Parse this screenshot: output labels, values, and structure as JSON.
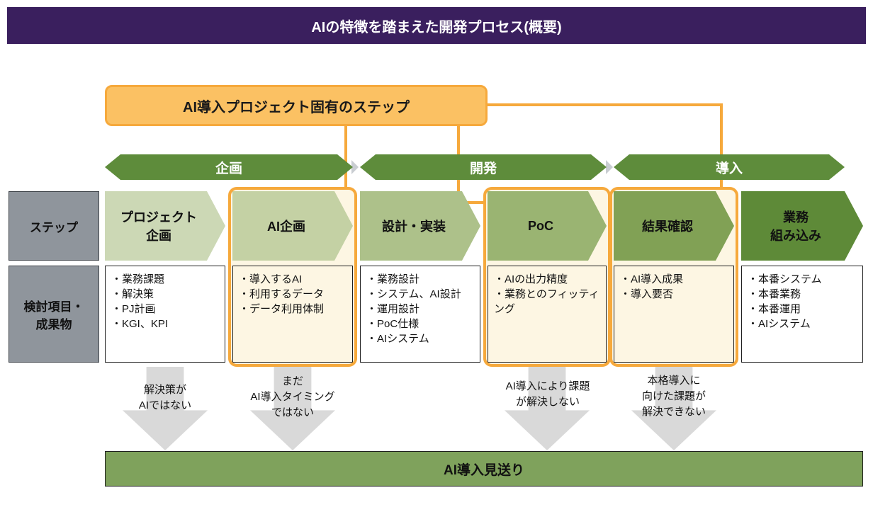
{
  "title": "AIの特徴を踏まえた開発プロセス(概要)",
  "callout": {
    "label": "AI導入プロジェクト固有のステップ"
  },
  "phases": [
    {
      "label": "企画"
    },
    {
      "label": "開発"
    },
    {
      "label": "導入"
    }
  ],
  "row_labels": {
    "step": "ステップ",
    "items": "検討項目・\n成果物"
  },
  "steps": [
    {
      "label": "プロジェクト\n企画",
      "highlighted": false,
      "items": [
        "・業務課題",
        "・解決策",
        "・PJ計画",
        "・KGI、KPI"
      ]
    },
    {
      "label": "AI企画",
      "highlighted": true,
      "items": [
        "・導入するAI",
        "・利用するデータ",
        "・データ利用体制"
      ]
    },
    {
      "label": "設計・実装",
      "highlighted": false,
      "items": [
        "・業務設計",
        "・システム、AI設計",
        "・運用設計",
        "・PoC仕様",
        "・AIシステム"
      ]
    },
    {
      "label": "PoC",
      "highlighted": true,
      "items": [
        "・AIの出力精度",
        "・業務とのフィッティング"
      ]
    },
    {
      "label": "結果確認",
      "highlighted": true,
      "items": [
        "・AI導入成果",
        "・導入要否"
      ]
    },
    {
      "label": "業務\n組み込み",
      "highlighted": false,
      "items": [
        "・本番システム",
        "・本番業務",
        "・本番運用",
        "・AIシステム"
      ]
    }
  ],
  "fallout": [
    {
      "text": "解決策が\nAIではない"
    },
    {
      "text": "まだ\nAI導入タイミング\nではない"
    },
    {
      "text": "AI導入により課題\nが解決しない"
    },
    {
      "text": "本格導入に\n向けた課題が\n解決できない"
    }
  ],
  "bottom_bar": {
    "label": "AI導入見送り"
  },
  "colors": {
    "title_bg": "#3a1f5e",
    "accent_orange": "#f6a93c",
    "callout_fill": "#fbc163",
    "phase_green": "#5e8c3b",
    "step_greens": [
      "#ccd8b5",
      "#c4d1a4",
      "#adc18a",
      "#9ab472",
      "#81a155",
      "#5e8a38"
    ],
    "highlight_bg": "#fdf6e3",
    "label_gray": "#8f959c",
    "fallout_gray": "#d9d9d9",
    "bottom_green": "#7fa25c"
  }
}
